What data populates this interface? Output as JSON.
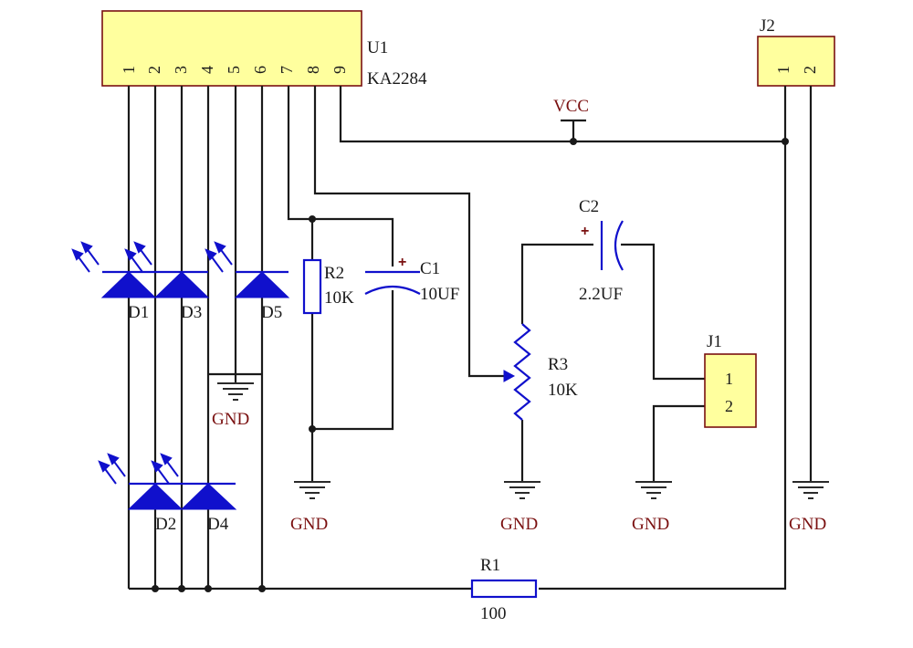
{
  "ic": {
    "ref": "U1",
    "part": "KA2284",
    "pins": [
      "1",
      "2",
      "3",
      "4",
      "5",
      "6",
      "7",
      "8",
      "9"
    ]
  },
  "connector_j2": {
    "ref": "J2",
    "pins": [
      "1",
      "2"
    ]
  },
  "connector_j1": {
    "ref": "J1",
    "pins": [
      "1",
      "2"
    ]
  },
  "power": {
    "vcc": "VCC",
    "gnd": "GND"
  },
  "leds": {
    "d1": "D1",
    "d2": "D2",
    "d3": "D3",
    "d4": "D4",
    "d5": "D5"
  },
  "r1": {
    "ref": "R1",
    "value": "100"
  },
  "r2": {
    "ref": "R2",
    "value": "10K"
  },
  "r3": {
    "ref": "R3",
    "value": "10K"
  },
  "c1": {
    "ref": "C1",
    "value": "10UF",
    "polarity": "+"
  },
  "c2": {
    "ref": "C2",
    "value": "2.2UF",
    "polarity": "+"
  },
  "colors": {
    "component": "#1010cc",
    "wire": "#1a1a1a",
    "body": "#ffff9e",
    "outline": "#7a1010"
  }
}
